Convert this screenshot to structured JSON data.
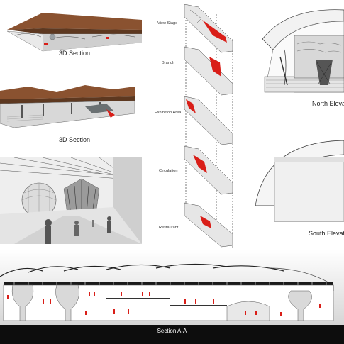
{
  "captions": {
    "top_section": "3D Section",
    "mid_section": "3D Section",
    "north_elevation": "North Elevation",
    "south_elevation": "South Elevation",
    "section_aa": "Section A-A"
  },
  "exploded_layers": [
    "View Stage",
    "Branch",
    "Exhibition Area",
    "Circulation",
    "Restaurant"
  ],
  "colors": {
    "accent_red": "#d91e18",
    "roof_brown": "#7a4a2a",
    "band_black": "#0d0d0d",
    "line_gray": "#555555"
  }
}
